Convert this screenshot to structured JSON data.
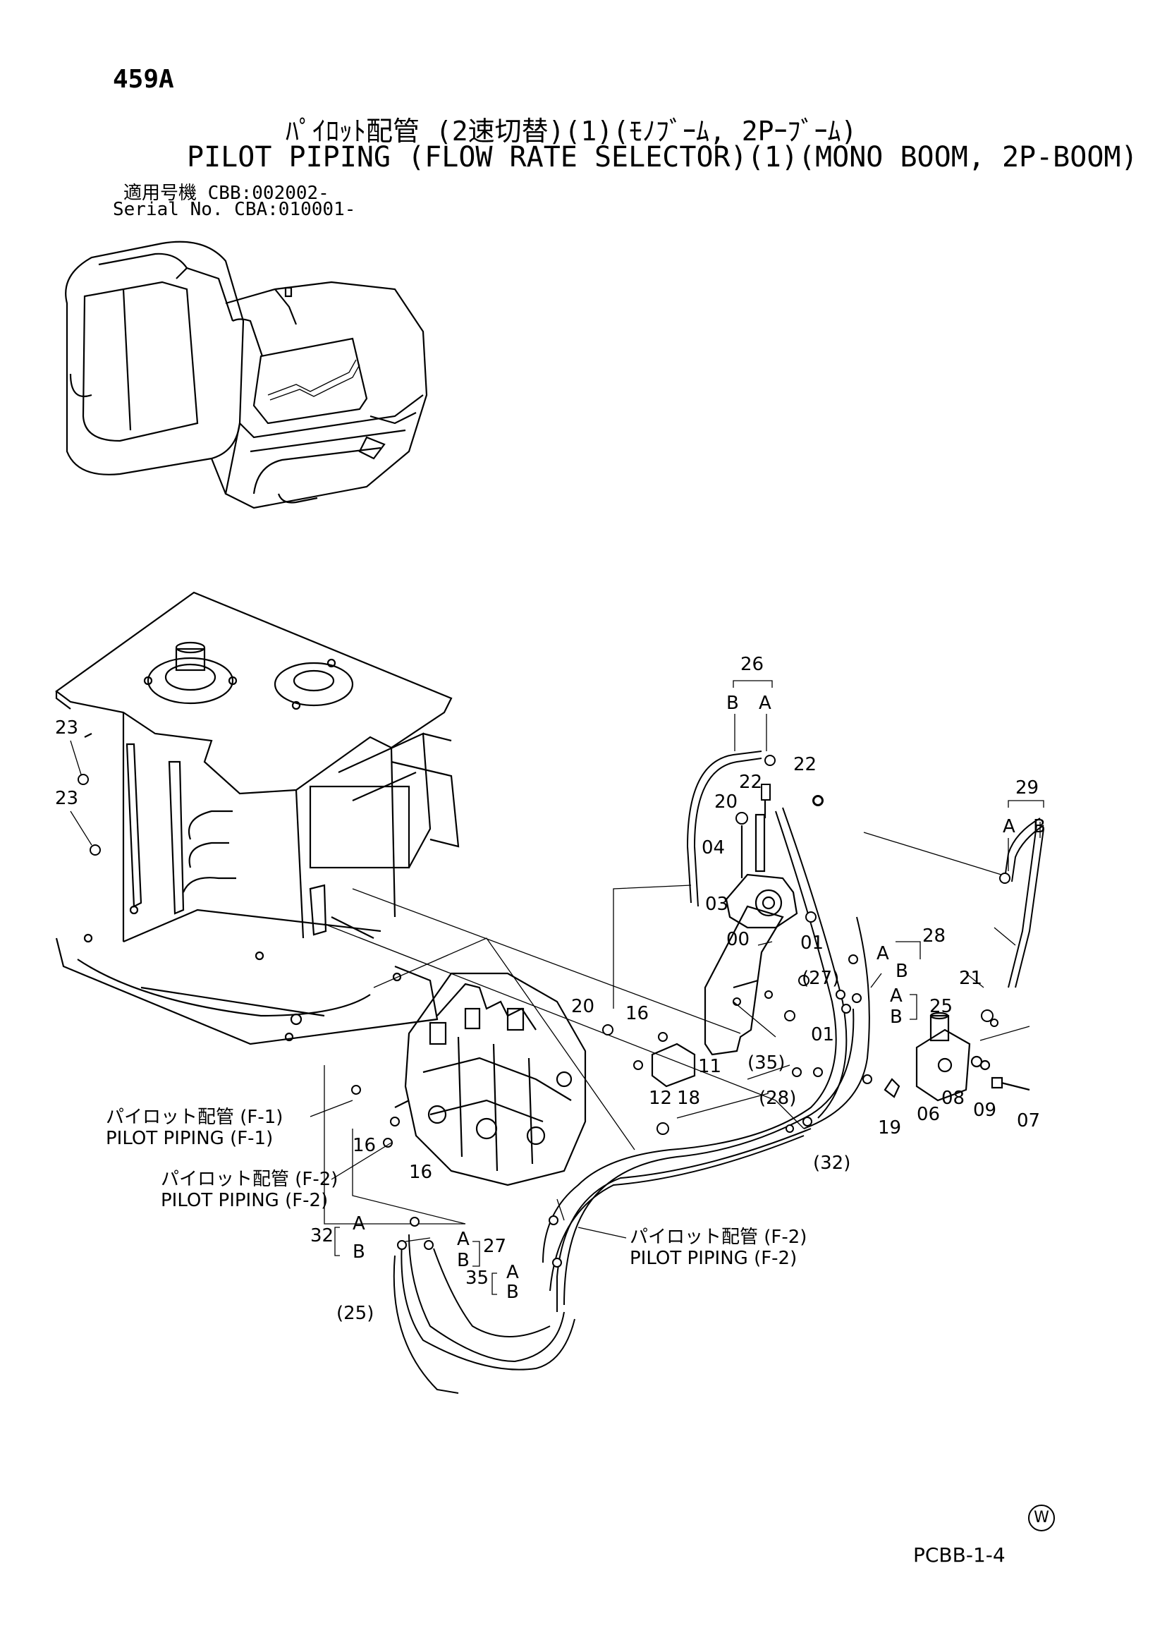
{
  "header": {
    "page_number": "459A",
    "title_jp": "ﾊﾟｲﾛｯﾄ配管 (2速切替)(1)(ﾓﾉﾌﾞｰﾑ, 2Pｰﾌﾞｰﾑ)",
    "title_en": "PILOT PIPING (FLOW RATE SELECTOR)(1)(MONO BOOM, 2P-BOOM)",
    "serial_jp": "適用号機  CBB:002002-",
    "serial_en": "Serial No. CBA:010001-"
  },
  "callouts": {
    "p26": "26",
    "p26_b": "B",
    "p26_a": "A",
    "p22_left": "22",
    "p22_right": "22",
    "p20_top": "20",
    "p04": "04",
    "p03": "03",
    "p29": "29",
    "p29_a": "A",
    "p29_b": "B",
    "p00": "00",
    "p01_top": "01",
    "p01_mid": "01",
    "p28": "28",
    "p28_a": "A",
    "p28_b": "B",
    "p27_paren": "(27)",
    "p25": "25",
    "p25_a": "A",
    "p25_b": "B",
    "p21": "21",
    "p20_mid": "20",
    "p16_mid": "16",
    "p11": "11",
    "p35_paren": "(35)",
    "p12": "12",
    "p18": "18",
    "p28_paren": "(28)",
    "p32_paren": "(32)",
    "p19": "19",
    "p06": "06",
    "p08": "08",
    "p09": "09",
    "p07": "07",
    "p23_top": "23",
    "p23_bottom": "23",
    "p16_a": "16",
    "p16_b": "16",
    "p32": "32",
    "p32_a": "A",
    "p32_b": "B",
    "p27": "27",
    "p27_a": "A",
    "p27_b": "B",
    "p35": "35",
    "p35_a": "A",
    "p35_b": "B",
    "p25_paren": "(25)"
  },
  "references": {
    "f1_jp": "パイロット配管 (F-1)",
    "f1_en": "PILOT PIPING (F-1)",
    "f2_left_jp": "パイロット配管 (F-2)",
    "f2_left_en": "PILOT PIPING (F-2)",
    "f2_right_jp": "パイロット配管 (F-2)",
    "f2_right_en": "PILOT PIPING (F-2)"
  },
  "footer": {
    "doc_code": "PCBB-1-4",
    "mark": "W"
  }
}
